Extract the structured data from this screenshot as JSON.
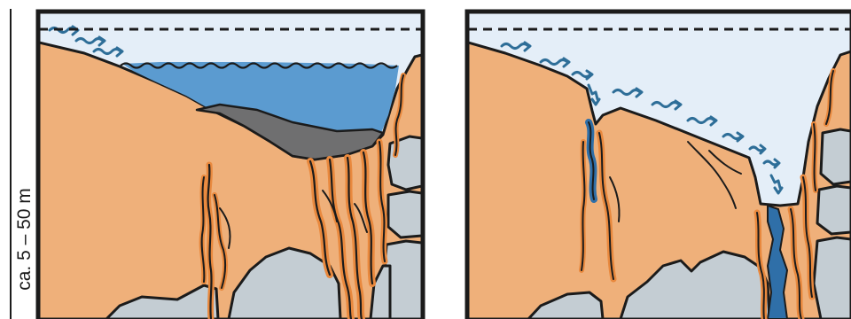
{
  "figure": {
    "scale_label": "ca. 5 – 50 m",
    "colors": {
      "sky": "#e4eef8",
      "sediment": "#efb07a",
      "rock": "#c4cdd3",
      "lake_water": "#5b9bd0",
      "lake_mud": "#6f6f70",
      "fracture_water": "#1f5b8c",
      "arrows": "#2e6e98",
      "outline": "#1b1b1b"
    },
    "panels": [
      {
        "name": "left-panel",
        "lake": true,
        "flow_arrows": 3
      },
      {
        "name": "right-panel",
        "lake": false,
        "flow_arrows": 11
      }
    ]
  }
}
